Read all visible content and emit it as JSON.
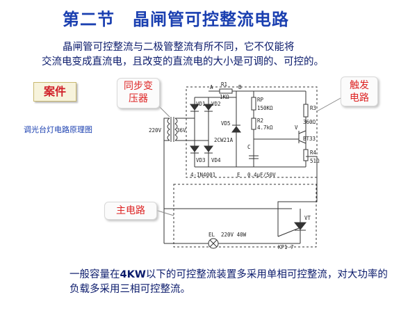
{
  "title_part1": "第二节",
  "title_part2": "晶闸管可控整流电路",
  "intro_line1": "晶闸管可控整流与二极管整流有所不同，它不仅能将",
  "intro_line2": "交流电变成直流电，且改变的直流电的大小是可调的、可控的。",
  "case_label": "案件",
  "side_label": "调光台灯电路原理图",
  "callout_sync_1": "同步变",
  "callout_sync_2": "压器",
  "callout_trigger_1": "触发",
  "callout_trigger_2": "电路",
  "callout_main": "主电路",
  "bottom_pre": "一般容量在",
  "bottom_bold": "4KW",
  "bottom_post": "以下的可控整流装置多采用单相可控整流，对大功率的负载多采用三相可控整流。",
  "circuit": {
    "node_a": "A",
    "node_b": "B",
    "r1": "R1",
    "r1_val": "1KΩ",
    "vd1": "VD1",
    "vd2": "VD2",
    "vd3": "VD3",
    "vd4": "VD4",
    "vd5": "VD5",
    "zener": "2CW21A",
    "rp": "RP",
    "rp_val": "150KΩ",
    "r2": "R2",
    "r2_val": "4.7kΩ",
    "r3": "R3",
    "r3_val": "360Ω",
    "r4": "R4",
    "r4_val": "51Ω",
    "v": "V",
    "bt": "BT33",
    "c": "C",
    "c_val": "0.4μF/50V",
    "e": "E",
    "diodes": "4-IN4001",
    "v220": "220V",
    "v36": "36V",
    "el": "EL",
    "lamp": "220V 40W",
    "vt": "VT",
    "kp": "KP1-7"
  }
}
